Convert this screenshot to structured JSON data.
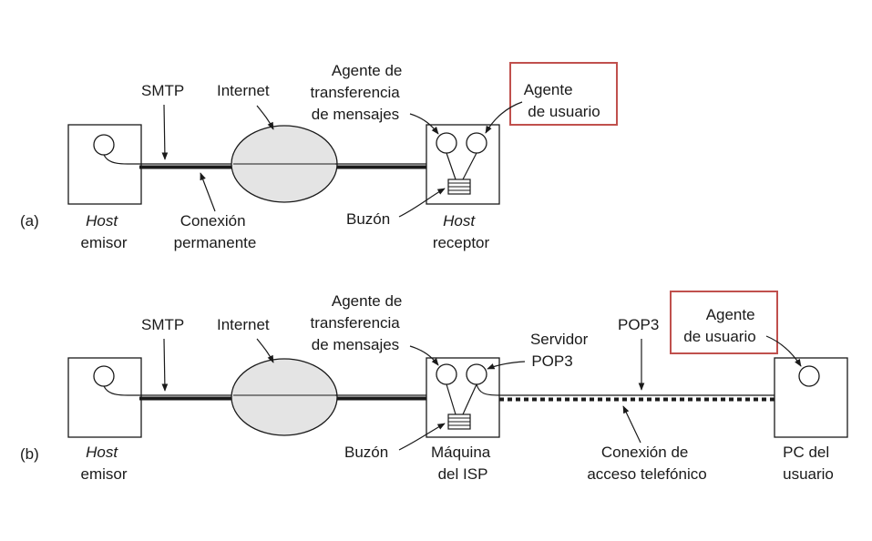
{
  "colors": {
    "highlight_border": "#c0504d",
    "cloud_fill": "#e4e4e4",
    "line": "#1a1a1a"
  },
  "panel_a": {
    "label": "(a)",
    "smtp": "SMTP",
    "internet": "Internet",
    "mta": [
      "Agente de",
      "transferencia",
      "de mensajes"
    ],
    "user_agent": [
      "Agente",
      "de usuario"
    ],
    "permanent_connection": [
      "Conexión",
      "permanente"
    ],
    "mailbox": "Buzón",
    "sender": [
      "Host",
      "emisor"
    ],
    "receiver": [
      "Host",
      "receptor"
    ]
  },
  "panel_b": {
    "label": "(b)",
    "smtp": "SMTP",
    "internet": "Internet",
    "mta": [
      "Agente de",
      "transferencia",
      "de mensajes"
    ],
    "pop3_server": [
      "Servidor",
      "POP3"
    ],
    "pop3": "POP3",
    "user_agent": [
      "Agente",
      "de usuario"
    ],
    "mailbox": "Buzón",
    "sender": [
      "Host",
      "emisor"
    ],
    "isp_machine": [
      "Máquina",
      "del ISP"
    ],
    "dialup_connection": [
      "Conexión de",
      "acceso telefónico"
    ],
    "user_pc": [
      "PC del",
      "usuario"
    ]
  }
}
